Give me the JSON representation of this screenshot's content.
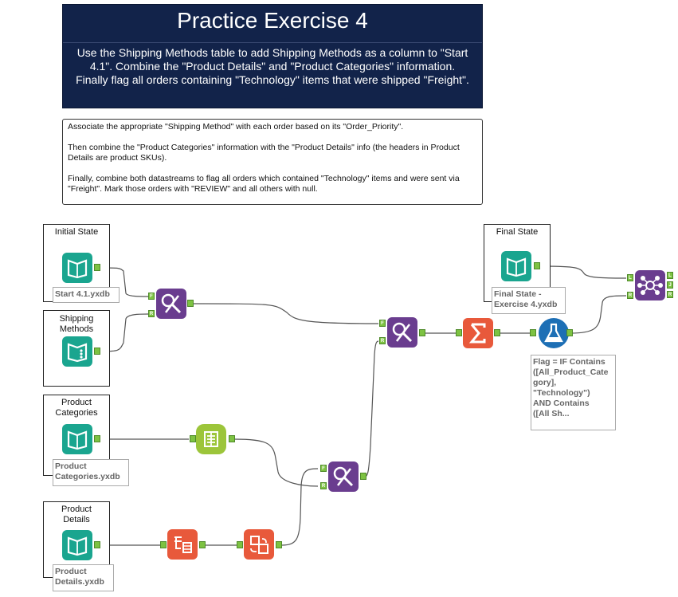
{
  "banner": {
    "title": "Practice Exercise 4",
    "body": "Use the Shipping Methods table to add Shipping Methods as a column to \"Start 4.1\". Combine the \"Product Details\" and \"Product Categories\" information.  Finally flag all orders containing \"Technology\" items that were shipped \"Freight\"."
  },
  "comment": {
    "text": "Associate the appropriate \"Shipping Method\" with each order based on its \"Order_Priority\".\n\nThen combine the \"Product Categories\" information with the \"Product Details\" info (the headers in Product Details are product SKUs).\n\nFinally, combine both datastreams to flag all orders which contained \"Technology\" items and were sent via \"Freight\". Mark those orders with \"REVIEW\" and all others with null."
  },
  "containers": {
    "initial_state": {
      "title": "Initial State",
      "annotation": "Start 4.1.yxdb"
    },
    "shipping_methods": {
      "title": "Shipping\nMethods"
    },
    "product_categories": {
      "title": "Product\nCategories",
      "annotation": "Product\nCategories.yxdb"
    },
    "product_details": {
      "title": "Product\nDetails",
      "annotation": "Product\nDetails.yxdb"
    },
    "final_state": {
      "title": "Final State",
      "annotation": "Final State -\nExercise 4.yxdb"
    }
  },
  "formula_annotation": "Flag = IF Contains\n([All_Product_Cate\ngory],\n\"Technology\")\n   AND Contains\n([All Sh...",
  "anchor_labels": {
    "f": "F",
    "r": "R",
    "l": "L",
    "j": "J"
  },
  "colors": {
    "banner_bg": "#12234a",
    "input_tool": "#1aa58f",
    "join_tool": "#6a3d8f",
    "summarize_tool": "#e8593b",
    "formula_tool": "#1d6fb5",
    "text_to_columns_tool": "#9cc53a",
    "transform_tool": "#e8593b",
    "anchor": "#7dc242"
  },
  "icons": [
    "book-icon",
    "join-icon",
    "summarize-icon",
    "formula-flask-icon",
    "crosstab-icon",
    "transpose-icon",
    "text-to-columns-icon",
    "union-icon"
  ]
}
